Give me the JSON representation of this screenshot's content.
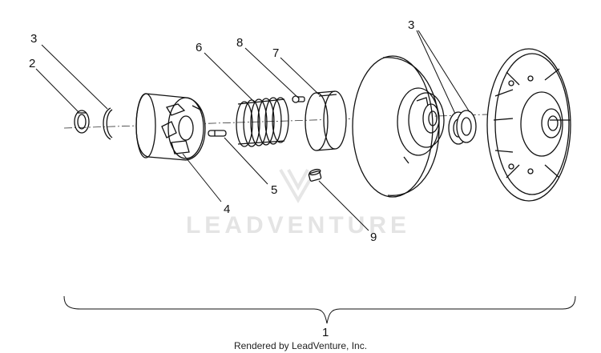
{
  "diagram": {
    "callouts": {
      "c1": "1",
      "c2": "2",
      "c3a": "3",
      "c3b": "3",
      "c4": "4",
      "c5": "5",
      "c6": "6",
      "c7": "7",
      "c8": "8",
      "c9": "9"
    },
    "watermark": "LEADVENTURE",
    "footer": "Rendered by LeadVenture, Inc."
  },
  "colors": {
    "line": "#111111",
    "watermark": "#e4e4e4",
    "background": "#ffffff"
  }
}
